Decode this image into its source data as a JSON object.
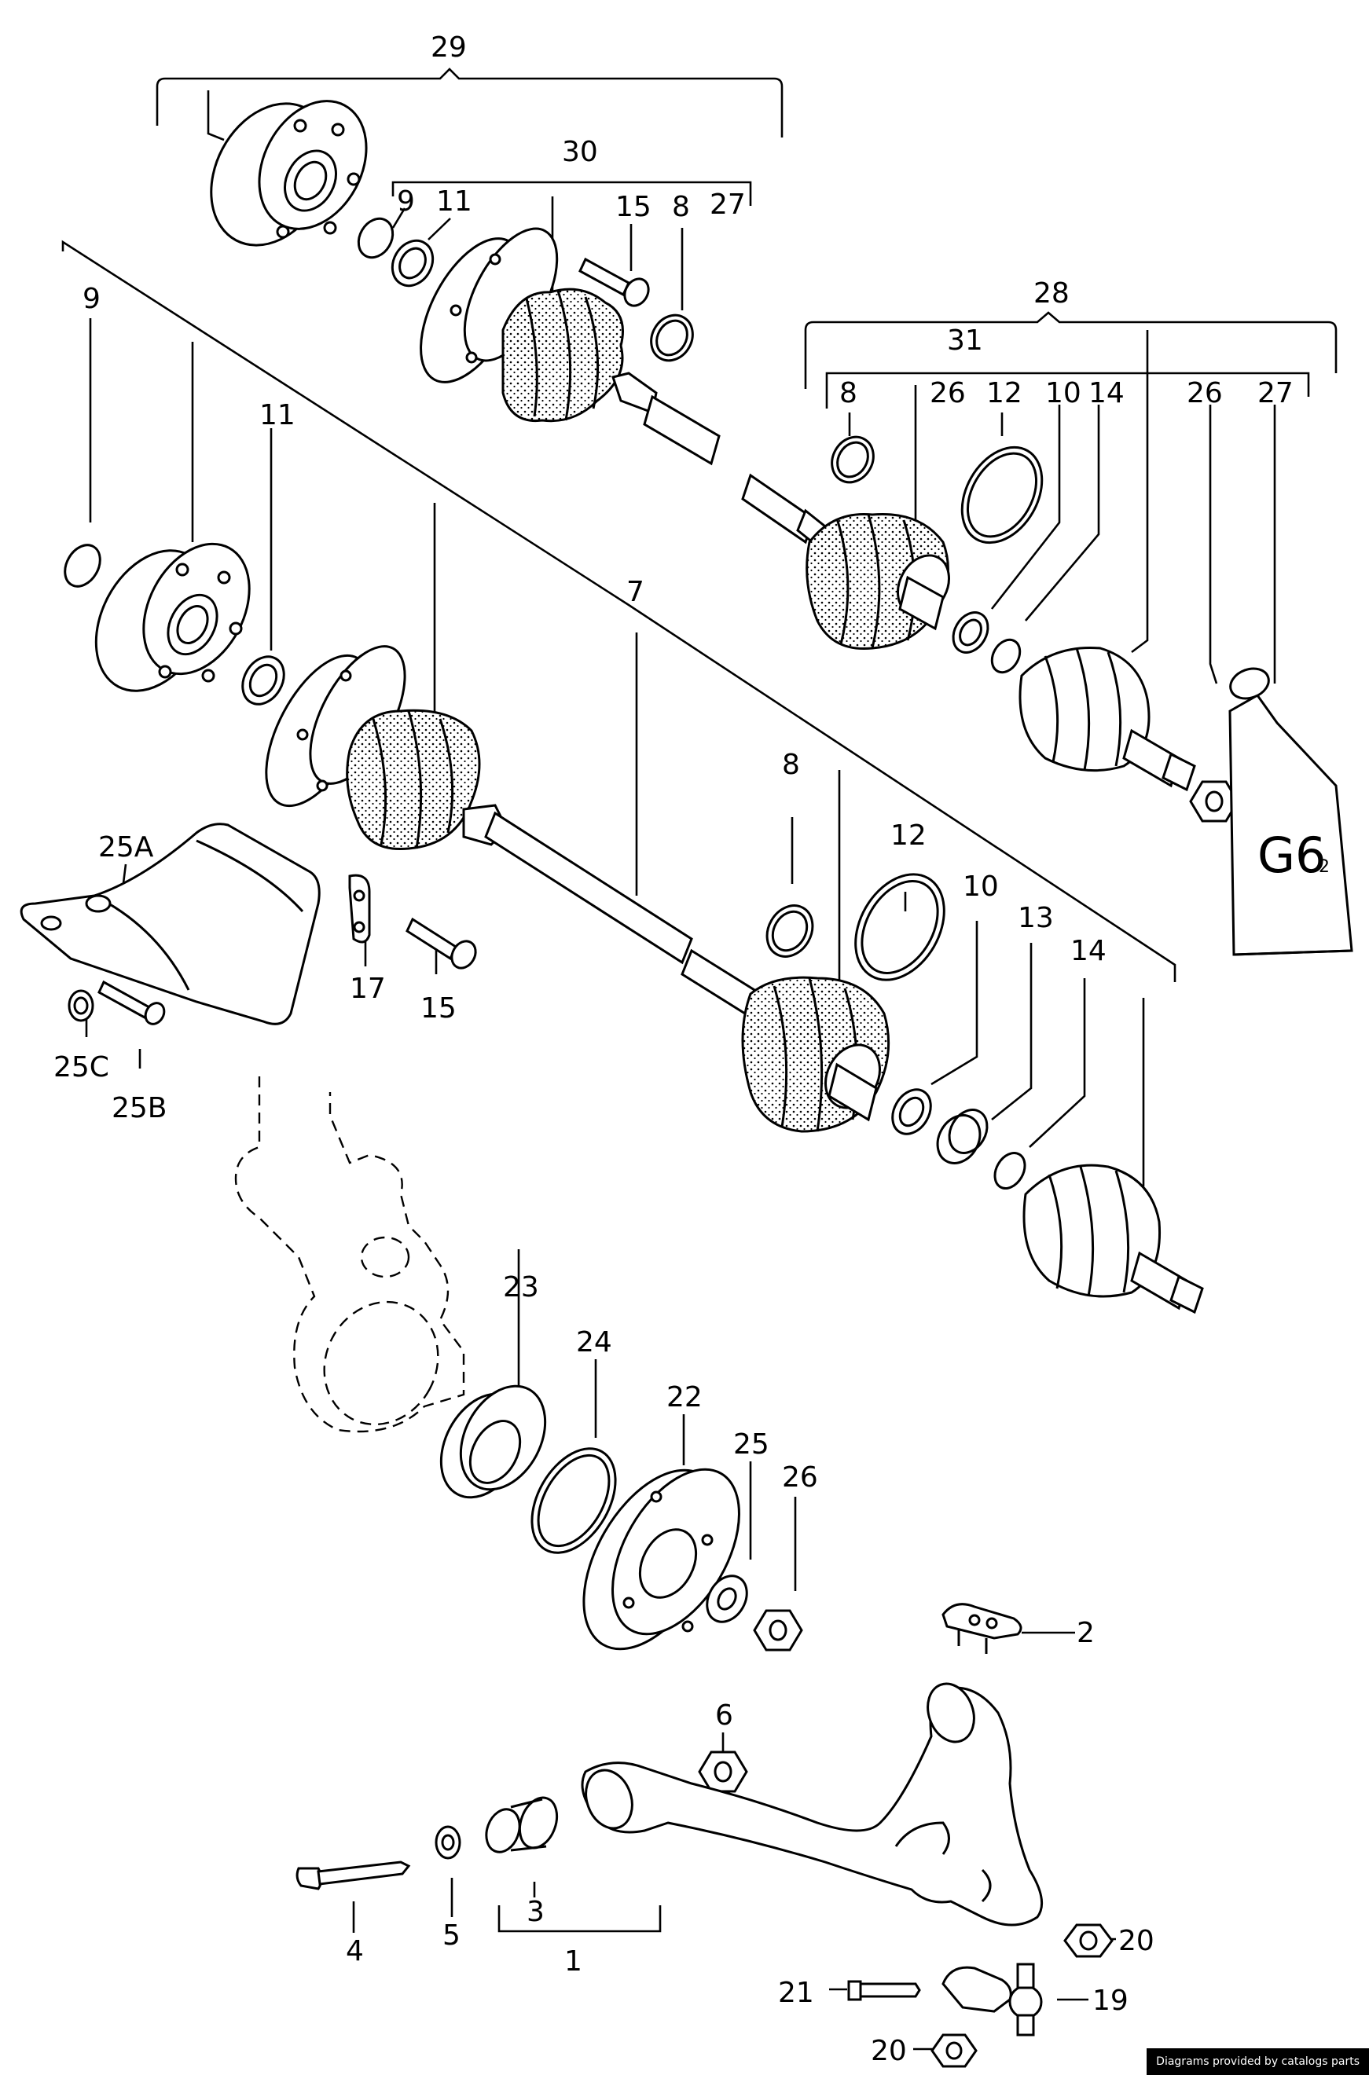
{
  "labels": {
    "l29": "29",
    "l30": "30",
    "l9a": "9",
    "l11a": "11",
    "l15a": "15",
    "l8a": "8",
    "l27a": "27",
    "l28": "28",
    "l31": "31",
    "l8b": "8",
    "l26a": "26",
    "l12a": "12",
    "l10a": "10",
    "l14a": "14",
    "l26b": "26",
    "l27b": "27",
    "l9b": "9",
    "l11b": "11",
    "l7": "7",
    "l25A": "25A",
    "l17": "17",
    "l15b": "15",
    "l25C": "25C",
    "l25B": "25B",
    "l8c": "8",
    "l12b": "12",
    "l10b": "10",
    "l13": "13",
    "l14b": "14",
    "l23": "23",
    "l24": "24",
    "l22": "22",
    "l25": "25",
    "l26c": "26",
    "l2": "2",
    "l6": "6",
    "l4": "4",
    "l5": "5",
    "l3": "3",
    "l1": "1",
    "l20a": "20",
    "l21": "21",
    "l19": "19",
    "l20b": "20"
  },
  "tube": {
    "code": "G6",
    "suffix": "2"
  },
  "credit": "Diagrams provided by catalogs parts"
}
